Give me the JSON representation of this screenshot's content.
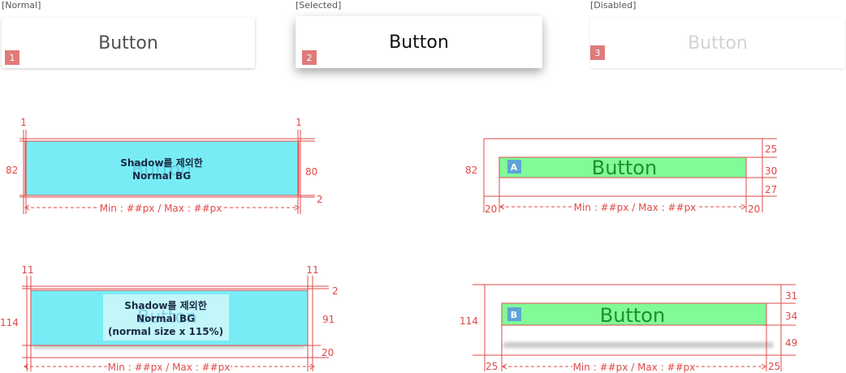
{
  "states": [
    {
      "label": "[Normal]",
      "button": "Button",
      "badge": "1"
    },
    {
      "label": "[Selected]",
      "button": "Button",
      "badge": "2"
    },
    {
      "label": "[Disabled]",
      "button": "Button",
      "badge": "3"
    }
  ],
  "spec1": {
    "note_line1": "Shadow를 제외한",
    "note_line2": "Normal BG",
    "ghost": "Button",
    "left_inset": "1",
    "right_inset": "1",
    "height": "82",
    "bg_height": "80",
    "bottom_gap": "2",
    "width_range": "Min : ##px / Max : ##px"
  },
  "spec2": {
    "label": "A",
    "button": "Button",
    "height": "82",
    "top": "25",
    "text_height": "30",
    "bottom": "27",
    "left_pad": "20",
    "right_pad": "20",
    "width_range": "Min : ##px / Max : ##px"
  },
  "spec3": {
    "note_line1": "Shadow를 제외한",
    "note_line2": "Normal BG",
    "note_line3": "(normal size x 115%)",
    "ghost": "Button",
    "left_inset": "11",
    "right_inset": "11",
    "height": "114",
    "bg_height": "91",
    "top_gap": "2",
    "bottom_gap": "20",
    "width_range": "Min : ##px / Max : ##px"
  },
  "spec4": {
    "label": "B",
    "button": "Button",
    "height": "114",
    "top": "31",
    "text_height": "34",
    "bottom": "49",
    "left_pad": "25",
    "right_pad": "25",
    "width_range": "Min : ##px / Max : ##px"
  },
  "colors": {
    "dimension": "#e04848",
    "cyan_bg": "#78ecf5",
    "green_bg": "#80fb98",
    "badge_red": "#e07a7a",
    "label_blue": "#5ea4d4"
  }
}
